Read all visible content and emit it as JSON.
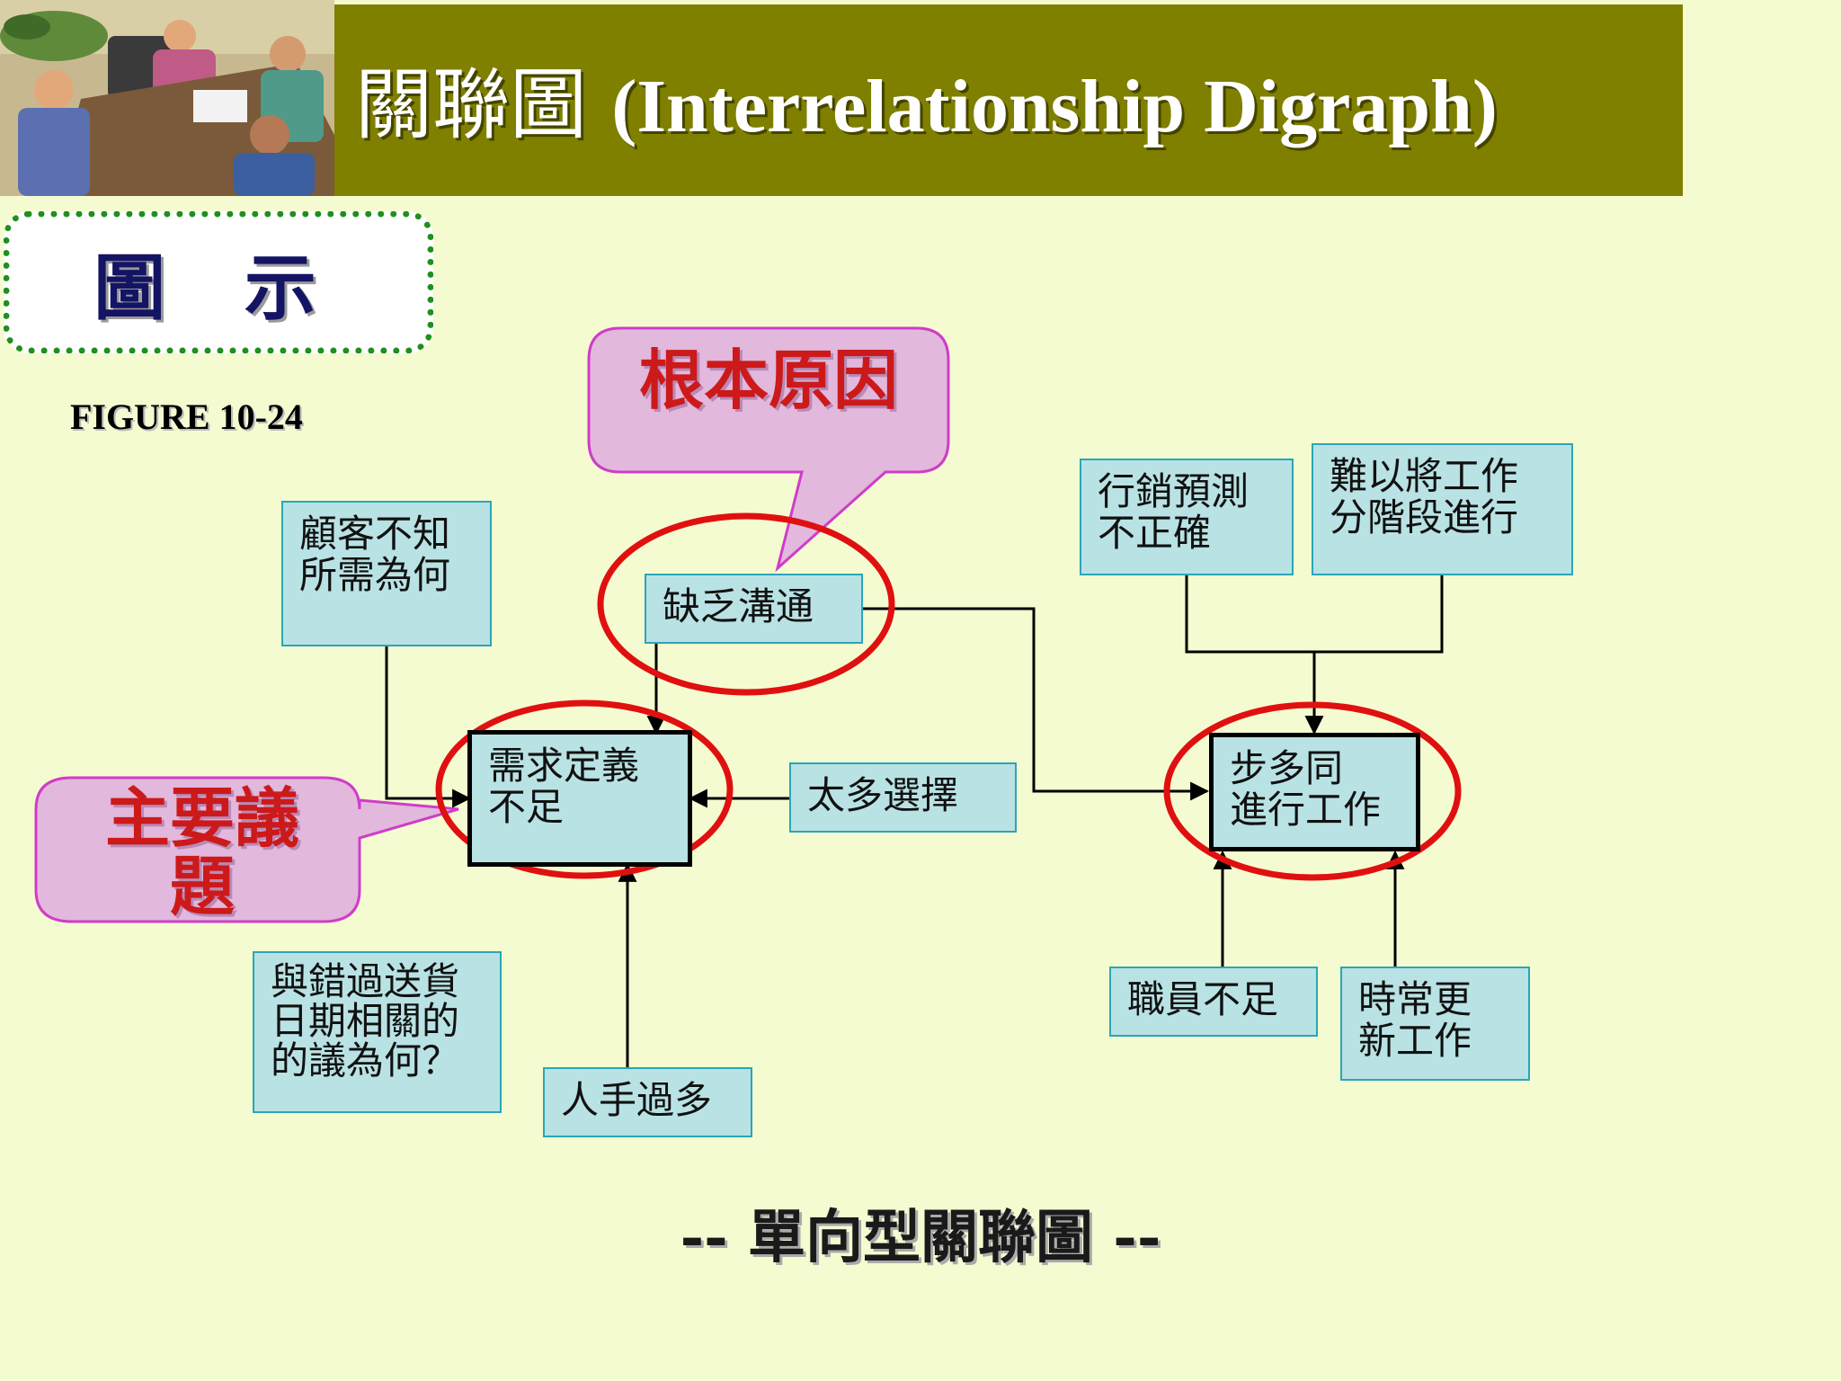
{
  "header": {
    "title_cn": "關聯圖",
    "title_en": "(Interrelationship Digraph)",
    "bar_color": "#7f7f00"
  },
  "caption": {
    "label": "圖 示"
  },
  "figure_label": "FIGURE 10-24",
  "callouts": {
    "root_cause": "根本原因",
    "main_issue": "主要議\n題"
  },
  "nodes": {
    "customer_unknown": "顧客不知\n所需為何",
    "lack_communication": "缺乏溝通",
    "demand_definition": "需求定義\n不足",
    "too_many_choices": "太多選擇",
    "wrong_delivery": "與錯過送貨\n日期相關的\n的議為何？",
    "too_many_staff": "人手過多",
    "forecast_incorrect": "行銷預測\n不正確",
    "hard_to_stage": "難以將工作\n分階段進行",
    "parallel_work": "步多同\n進行工作",
    "staff_shortage": "職員不足",
    "frequent_updates": "時常更\n新工作"
  },
  "subtitle": "-- 單向型關聯圖 --",
  "colors": {
    "node_fill": "#b9e2e4",
    "node_border": "#2aa6b8",
    "highlight_ring": "#e01010",
    "callout_fill": "#e2b8dc",
    "callout_border": "#d03cc8",
    "callout_text": "#cc1a1a"
  }
}
